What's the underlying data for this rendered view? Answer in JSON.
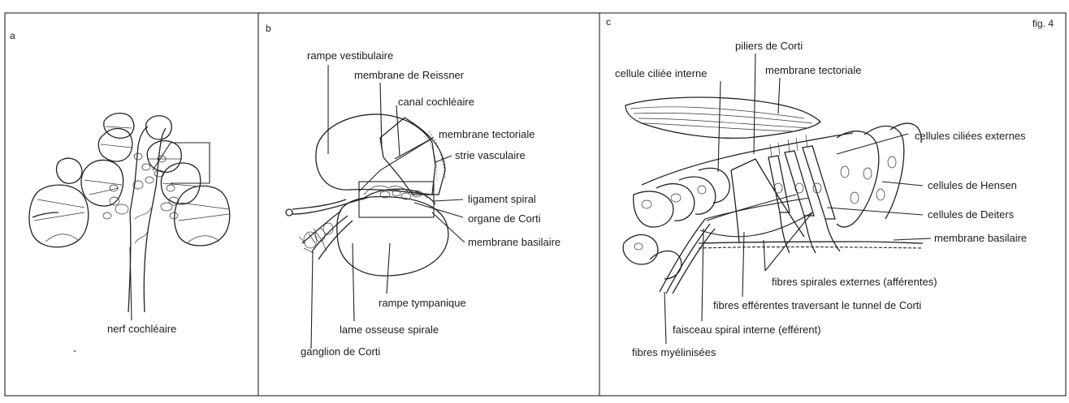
{
  "figure": {
    "fig_label": "fig. 4",
    "panel_a": {
      "letter": "a",
      "labels": {
        "nerf": "nerf cochléaire"
      }
    },
    "panel_b": {
      "letter": "b",
      "labels": {
        "rampe_vestibulaire": "rampe vestibulaire",
        "reissner": "membrane de Reissner",
        "canal": "canal cochléaire",
        "tectoriale": "membrane tectoriale",
        "strie": "strie vasculaire",
        "ligament": "ligament spiral",
        "organe": "organe de Corti",
        "basilaire": "membrane basilaire",
        "rampe_tympanique": "rampe tympanique",
        "lame": "lame osseuse spirale",
        "ganglion": "ganglion de Corti"
      }
    },
    "panel_c": {
      "letter": "c",
      "labels": {
        "piliers": "piliers de Corti",
        "cci": "cellule ciliée interne",
        "tectoriale": "membrane tectoriale",
        "cce": "cellules ciliées externes",
        "hensen": "cellules de Hensen",
        "deiters": "cellules de Deiters",
        "basilaire": "membrane basilaire",
        "fse": "fibres spirales externes (afférentes)",
        "fet": "fibres efférentes traversant le tunnel de Corti",
        "fsi": "faisceau spiral interne (efférent)",
        "fm": "fibres myélinisées"
      }
    }
  }
}
